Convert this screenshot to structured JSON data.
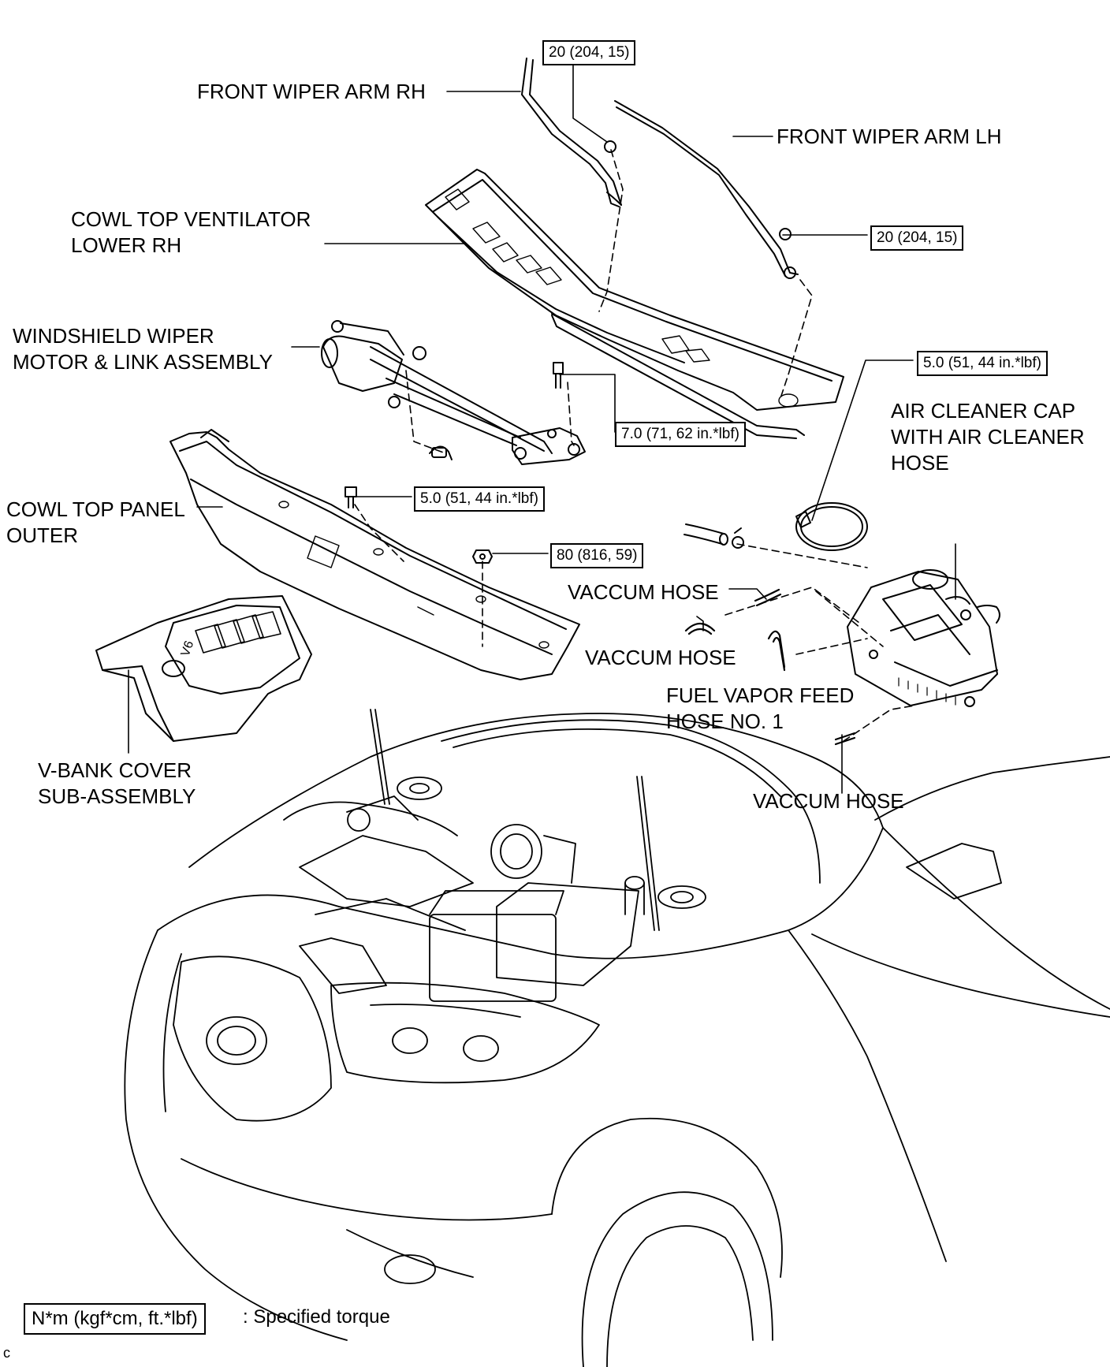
{
  "labels": {
    "front_wiper_arm_rh": "FRONT WIPER ARM RH",
    "front_wiper_arm_lh": "FRONT WIPER ARM LH",
    "cowl_top_ventilator_line1": "COWL TOP VENTILATOR",
    "cowl_top_ventilator_line2": "LOWER RH",
    "wiper_motor_line1": "WINDSHIELD WIPER",
    "wiper_motor_line2": "MOTOR & LINK ASSEMBLY",
    "cowl_top_panel_line1": "COWL TOP PANEL",
    "cowl_top_panel_line2": "OUTER",
    "air_cleaner_line1": "AIR CLEANER CAP",
    "air_cleaner_line2": "WITH AIR CLEANER",
    "air_cleaner_line3": "HOSE",
    "vacuum_hose_1": "VACCUM HOSE",
    "vacuum_hose_2": "VACCUM HOSE",
    "vacuum_hose_3": "VACCUM HOSE",
    "fuel_vapor_line1": "FUEL VAPOR FEED",
    "fuel_vapor_line2": "HOSE NO. 1",
    "v_bank_line1": "V-BANK COVER",
    "v_bank_line2": "SUB-ASSEMBLY",
    "v6_badge": "V6"
  },
  "torques": {
    "wiper_rh": "20 (204, 15)",
    "wiper_lh": "20 (204, 15)",
    "air_cleaner_clamp": "5.0 (51, 44 in.*lbf)",
    "wiper_motor_bolt": "7.0 (71, 62 in.*lbf)",
    "cowl_panel_bolt": "5.0 (51, 44 in.*lbf)",
    "cowl_panel_nut": "80 (816, 59)"
  },
  "legend": {
    "unit": "N*m (kgf*cm, ft.*lbf)",
    "text": ": Specified torque"
  },
  "corner_mark": "c",
  "colors": {
    "line": "#000000",
    "background": "#ffffff"
  }
}
